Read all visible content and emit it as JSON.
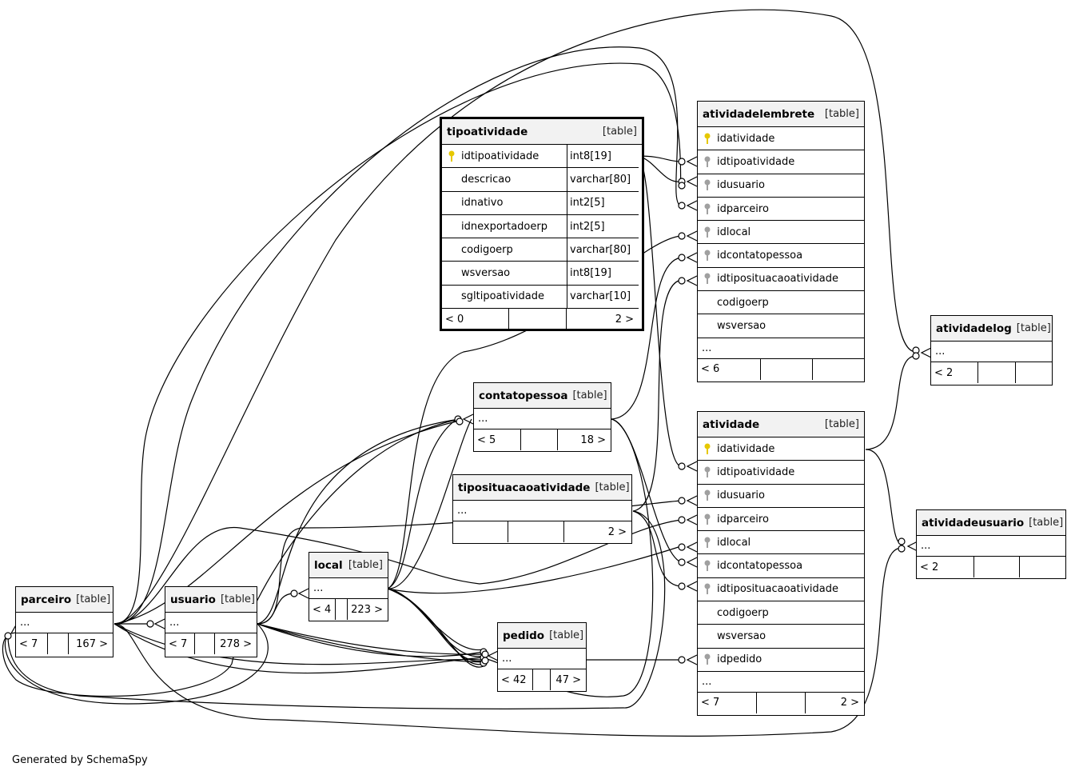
{
  "footer_text": "Generated by SchemaSpy",
  "tables": {
    "tipoatividade": {
      "name": "tipoatividade",
      "tag": "[table]",
      "columns": [
        {
          "name": "idtipoatividade",
          "type": "int8[19]",
          "key": "pk"
        },
        {
          "name": "descricao",
          "type": "varchar[80]",
          "key": ""
        },
        {
          "name": "idnativo",
          "type": "int2[5]",
          "key": ""
        },
        {
          "name": "idnexportadoerp",
          "type": "int2[5]",
          "key": ""
        },
        {
          "name": "codigoerp",
          "type": "varchar[80]",
          "key": ""
        },
        {
          "name": "wsversao",
          "type": "int8[19]",
          "key": ""
        },
        {
          "name": "sgltipoatividade",
          "type": "varchar[10]",
          "key": ""
        }
      ],
      "footer": [
        "< 0",
        "",
        "2 >"
      ]
    },
    "atividadelembrete": {
      "name": "atividadelembrete",
      "tag": "[table]",
      "columns": [
        {
          "name": "idatividade",
          "key": "pk"
        },
        {
          "name": "idtipoatividade",
          "key": "fk"
        },
        {
          "name": "idusuario",
          "key": "fk"
        },
        {
          "name": "idparceiro",
          "key": "fk"
        },
        {
          "name": "idlocal",
          "key": "fk"
        },
        {
          "name": "idcontatopessoa",
          "key": "fk"
        },
        {
          "name": "idtiposituacaoatividade",
          "key": "fk"
        },
        {
          "name": "codigoerp",
          "key": ""
        },
        {
          "name": "wsversao",
          "key": ""
        }
      ],
      "ellipsis": "...",
      "footer": [
        "< 6",
        "",
        ""
      ]
    },
    "atividade": {
      "name": "atividade",
      "tag": "[table]",
      "columns": [
        {
          "name": "idatividade",
          "key": "pk"
        },
        {
          "name": "idtipoatividade",
          "key": "fk"
        },
        {
          "name": "idusuario",
          "key": "fk"
        },
        {
          "name": "idparceiro",
          "key": "fk"
        },
        {
          "name": "idlocal",
          "key": "fk"
        },
        {
          "name": "idcontatopessoa",
          "key": "fk"
        },
        {
          "name": "idtiposituacaoatividade",
          "key": "fk"
        },
        {
          "name": "codigoerp",
          "key": ""
        },
        {
          "name": "wsversao",
          "key": ""
        },
        {
          "name": "idpedido",
          "key": "fk"
        }
      ],
      "ellipsis": "...",
      "footer": [
        "< 7",
        "",
        "2 >"
      ]
    },
    "atividadelog": {
      "name": "atividadelog",
      "tag": "[table]",
      "ellipsis": "...",
      "footer": [
        "< 2",
        "",
        ""
      ]
    },
    "atividadeusuario": {
      "name": "atividadeusuario",
      "tag": "[table]",
      "ellipsis": "...",
      "footer": [
        "< 2",
        "",
        ""
      ]
    },
    "contatopessoa": {
      "name": "contatopessoa",
      "tag": "[table]",
      "ellipsis": "...",
      "footer": [
        "< 5",
        "",
        "18 >"
      ]
    },
    "tiposituacaoatividade": {
      "name": "tiposituacaoatividade",
      "tag": "[table]",
      "ellipsis": "...",
      "footer": [
        "",
        "",
        "2 >"
      ]
    },
    "local": {
      "name": "local",
      "tag": "[table]",
      "ellipsis": "...",
      "footer": [
        "< 4",
        "",
        "223 >"
      ]
    },
    "pedido": {
      "name": "pedido",
      "tag": "[table]",
      "ellipsis": "...",
      "footer": [
        "< 42",
        "",
        "47 >"
      ]
    },
    "parceiro": {
      "name": "parceiro",
      "tag": "[table]",
      "ellipsis": "...",
      "footer": [
        "< 7",
        "",
        "167 >"
      ]
    },
    "usuario": {
      "name": "usuario",
      "tag": "[table]",
      "ellipsis": "...",
      "footer": [
        "< 7",
        "",
        "278 >"
      ]
    }
  },
  "colors": {
    "pk_key": "#e6c800",
    "fk_key": "#a0a0a0",
    "header_bg": "#f2f2f2"
  }
}
